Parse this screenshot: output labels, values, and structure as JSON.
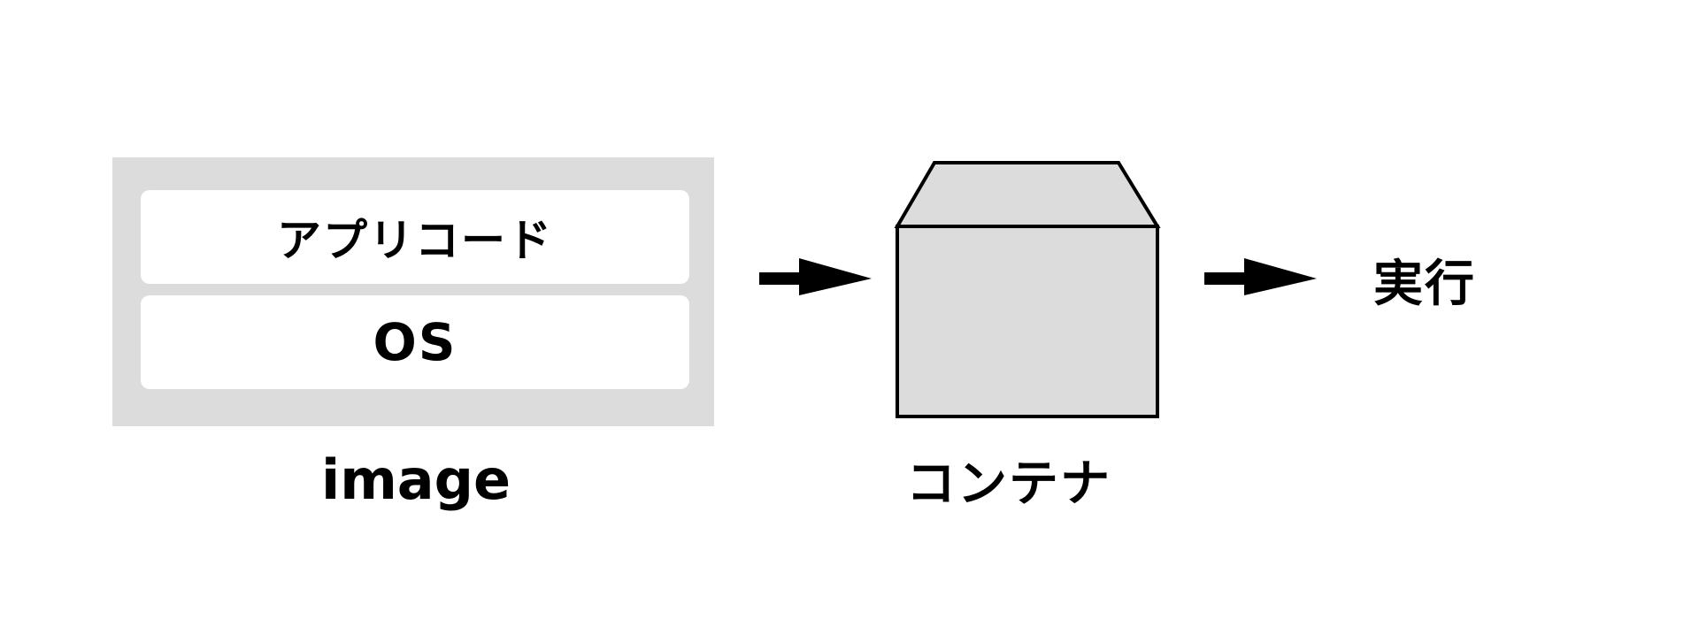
{
  "image_block": {
    "app_layer_label": "アプリコード",
    "os_layer_label": "OS",
    "caption": "image"
  },
  "container": {
    "caption": "コンテナ"
  },
  "result": {
    "caption": "実行"
  },
  "colors": {
    "box_fill": "#dcdcdc",
    "layer_fill": "#ffffff",
    "stroke": "#000000"
  }
}
